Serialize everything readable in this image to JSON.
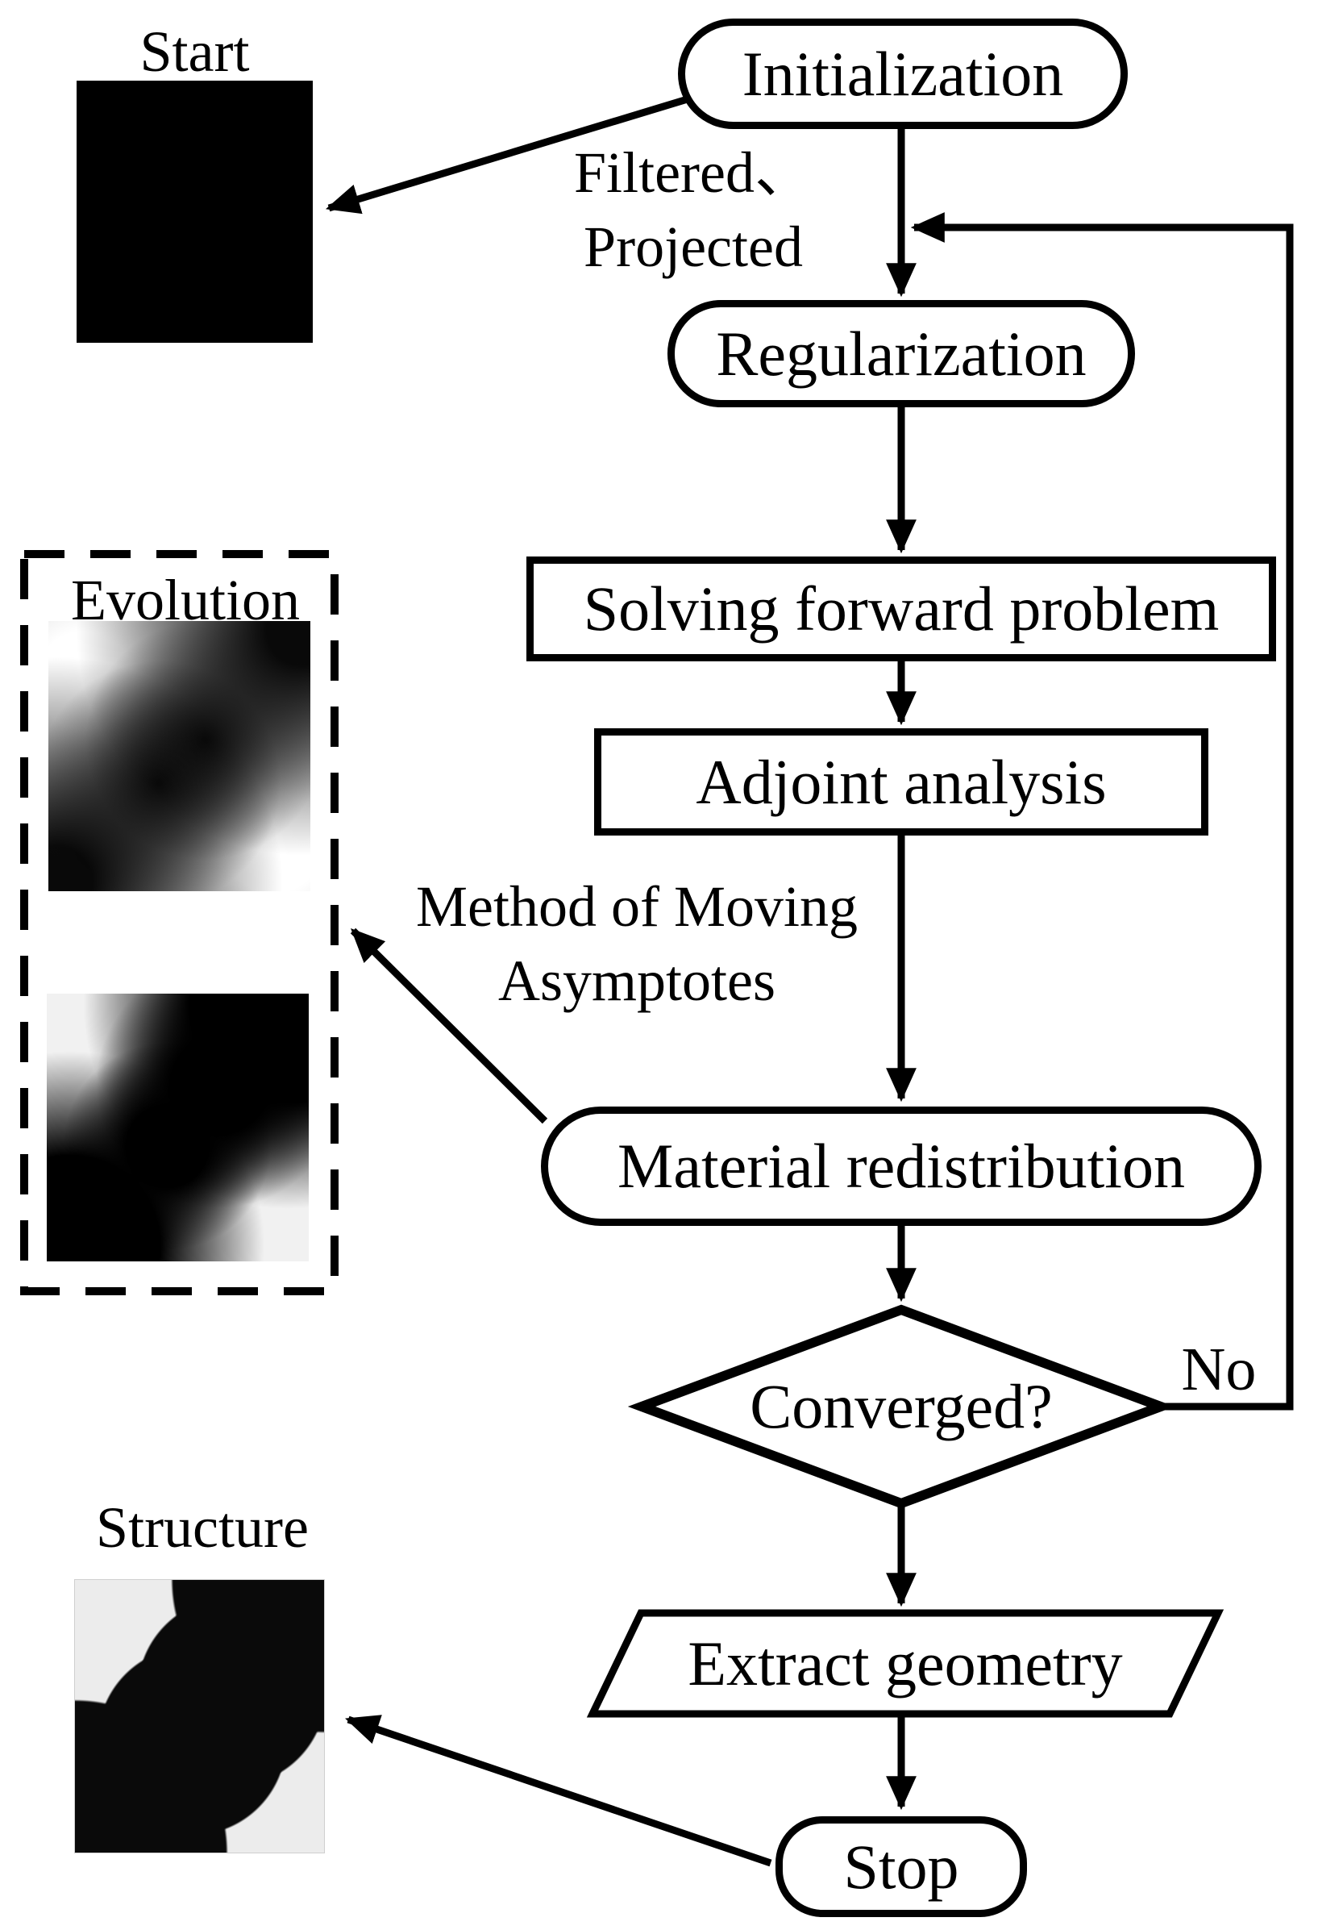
{
  "canvas": {
    "background": "#ffffff",
    "stroke_color": "#000000",
    "fill_color": "#ffffff"
  },
  "flowchart": {
    "nodes": {
      "initialization": {
        "label": "Initialization",
        "shape": "rounded"
      },
      "regularization": {
        "label": "Regularization",
        "shape": "rounded"
      },
      "solving_forward": {
        "label": "Solving forward problem",
        "shape": "rectangle"
      },
      "adjoint": {
        "label": "Adjoint analysis",
        "shape": "rectangle"
      },
      "material_redistribution": {
        "label": "Material redistribution",
        "shape": "rounded"
      },
      "converged": {
        "label": "Converged?",
        "shape": "diamond"
      },
      "extract_geometry": {
        "label": "Extract geometry",
        "shape": "parallelogram"
      },
      "stop": {
        "label": "Stop",
        "shape": "rounded"
      }
    },
    "annotations": {
      "filtered_projected": {
        "line1": "Filtered、",
        "line2": "Projected"
      },
      "mma": {
        "line1": "Method of Moving",
        "line2": "Asymptotes"
      },
      "no_branch": "No"
    },
    "side_panels": {
      "start": {
        "label": "Start",
        "image_alt": "solid-black-initial-density-field"
      },
      "evolution": {
        "label": "Evolution",
        "image_alts": [
          "blurred-grayscale-density-field-early-iteration",
          "grayscale-density-field-diagonal-band-later-iteration"
        ]
      },
      "structure": {
        "label": "Structure",
        "image_alt": "crisp-black-diagonal-band-extracted-structure"
      }
    }
  }
}
